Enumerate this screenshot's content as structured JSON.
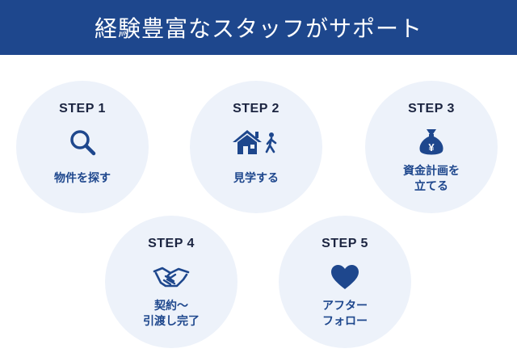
{
  "header": {
    "title": "経験豊富なスタッフがサポート"
  },
  "colors": {
    "header_bg": "#1e478d",
    "circle_bg": "#edf2fa",
    "accent": "#1e478d"
  },
  "steps": [
    {
      "label": "STEP 1",
      "icon": "search-icon",
      "text": [
        "物件を探す"
      ]
    },
    {
      "label": "STEP 2",
      "icon": "house-walking-icon",
      "text": [
        "見学する"
      ]
    },
    {
      "label": "STEP 3",
      "icon": "money-bag-yen-icon",
      "text": [
        "資金計画を",
        "立てる"
      ],
      "icon_glyph": "¥"
    },
    {
      "label": "STEP 4",
      "icon": "handshake-icon",
      "text": [
        "契約〜",
        "引渡し完了"
      ]
    },
    {
      "label": "STEP 5",
      "icon": "heart-icon",
      "text": [
        "アフター",
        "フォロー"
      ]
    }
  ]
}
